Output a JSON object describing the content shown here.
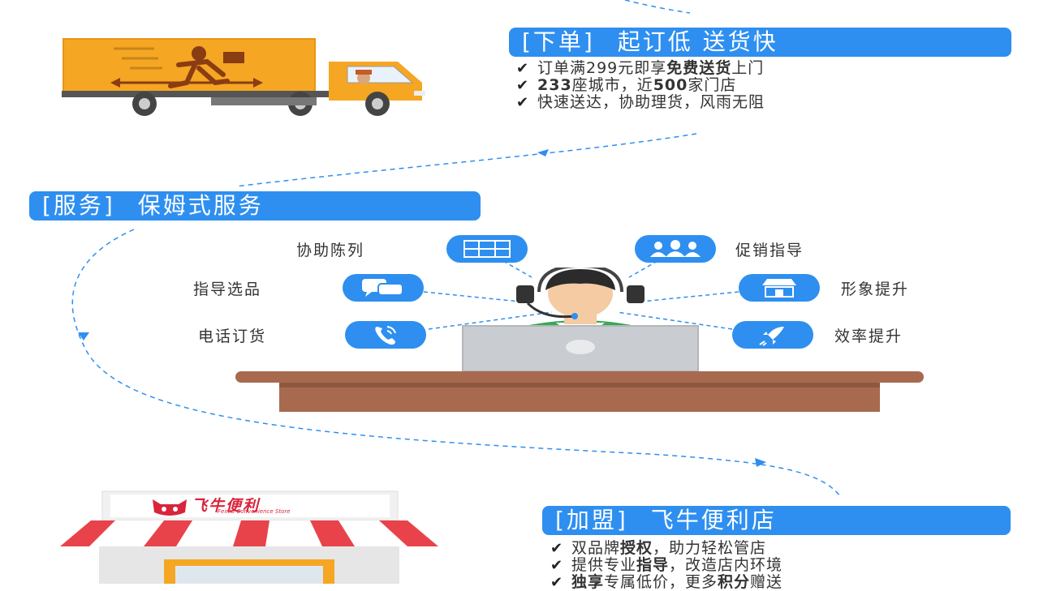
{
  "section_order": {
    "banner_tag": "[下单]",
    "banner_text": "起订低 送货快",
    "bullets": [
      {
        "pre": "订单满299元即享",
        "bold": "免费送货",
        "post": "上门"
      },
      {
        "pre": "",
        "bold": "233",
        "mid": "座城市，近",
        "bold2": "500",
        "post": "家门店"
      },
      {
        "pre": "快速送达，协助理货，风雨无阻",
        "bold": "",
        "post": ""
      }
    ]
  },
  "section_service": {
    "banner_tag": "[服务]",
    "banner_text": "保姆式服务",
    "items": [
      {
        "label": "协助陈列",
        "icon": "shelf-icon"
      },
      {
        "label": "促销指导",
        "icon": "group-icon"
      },
      {
        "label": "指导选品",
        "icon": "chat-icon"
      },
      {
        "label": "形象提升",
        "icon": "storefront-icon"
      },
      {
        "label": "电话订货",
        "icon": "phone-icon"
      },
      {
        "label": "效率提升",
        "icon": "rocket-icon"
      }
    ]
  },
  "section_join": {
    "banner_tag": "[加盟]",
    "banner_text": "飞牛便利店",
    "store_sign_cn": "飞牛便利",
    "store_sign_en": "Feiniu Convenience Store",
    "bullets": [
      {
        "pre": "双品牌",
        "bold": "授权",
        "post": "，助力轻松管店"
      },
      {
        "pre": "提供专业",
        "bold": "指导",
        "post": "，改造店内环境"
      },
      {
        "pre": "",
        "bold": "独享",
        "mid": "专属低价，更多",
        "bold2": "积分",
        "post": "赠送"
      }
    ]
  },
  "colors": {
    "accent_blue": "#2e8ff0",
    "truck_orange": "#f5a623",
    "desk_brown": "#a86a4f",
    "awning_red": "#e8434b"
  }
}
